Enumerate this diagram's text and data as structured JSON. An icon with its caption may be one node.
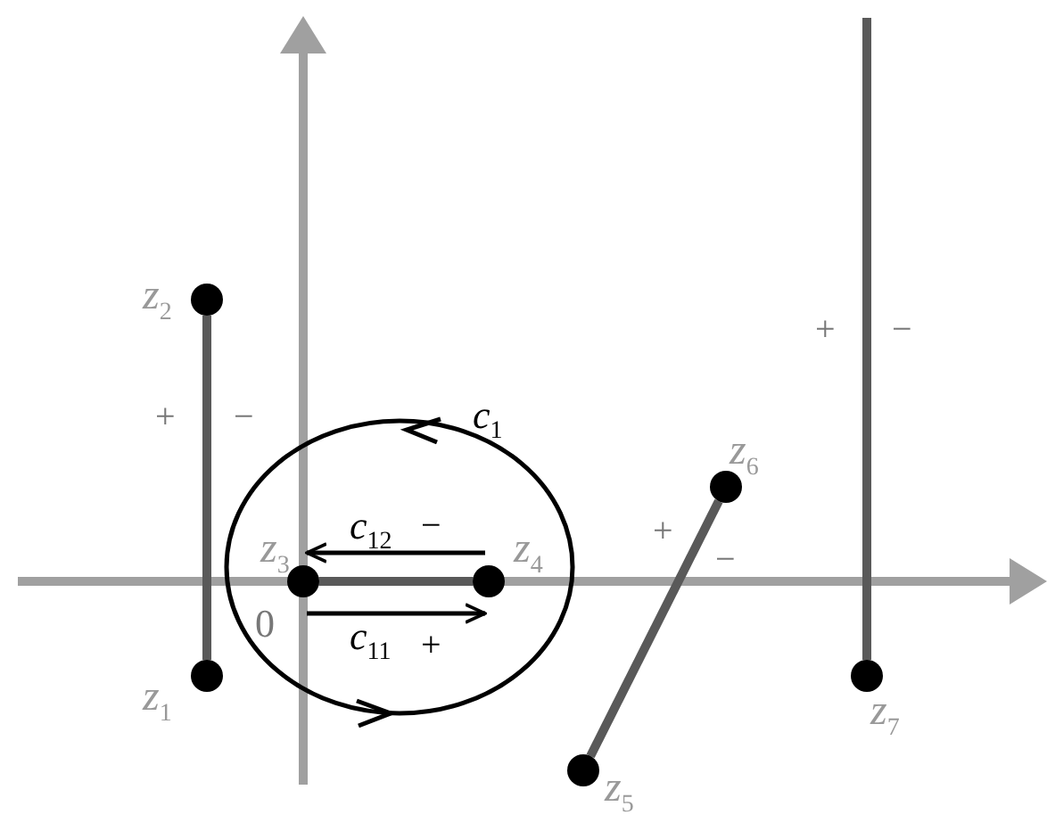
{
  "diagram": {
    "nodes": [
      {
        "text": [
          "z$_{1}$"
        ]
      },
      {
        "text": [
          "z$_{2}$"
        ]
      },
      {
        "text": [
          "z$_{3}$"
        ]
      },
      {
        "text": [
          "z$_{4}$"
        ]
      },
      {
        "text": [
          "z$_{5}$"
        ]
      },
      {
        "text": [
          "z$_{6}$"
        ]
      },
      {
        "text": [
          "z$_{7}$"
        ]
      }
    ],
    "edges": [
      {
        "from": 0,
        "to": 1,
        "arrow": "none"
      },
      {
        "from": 2,
        "to": 3,
        "arrow": "none"
      },
      {
        "from": 4,
        "to": 5,
        "arrow": "none"
      },
      {
        "from": 6,
        "to": null,
        "arrow": "none"
      },
      {
        "from": 3,
        "to": 2,
        "arrow": "to",
        "label": "c$_{12}$",
        "color": "#000000"
      },
      {
        "from": 2,
        "to": 3,
        "arrow": "to",
        "label": "c$_{11}$",
        "color": "#000000"
      }
    ],
    "labels": [
      "+",
      "−",
      "+",
      "−",
      "c$_{1}$",
      "−",
      "+",
      "−",
      "0",
      "+"
    ]
  }
}
